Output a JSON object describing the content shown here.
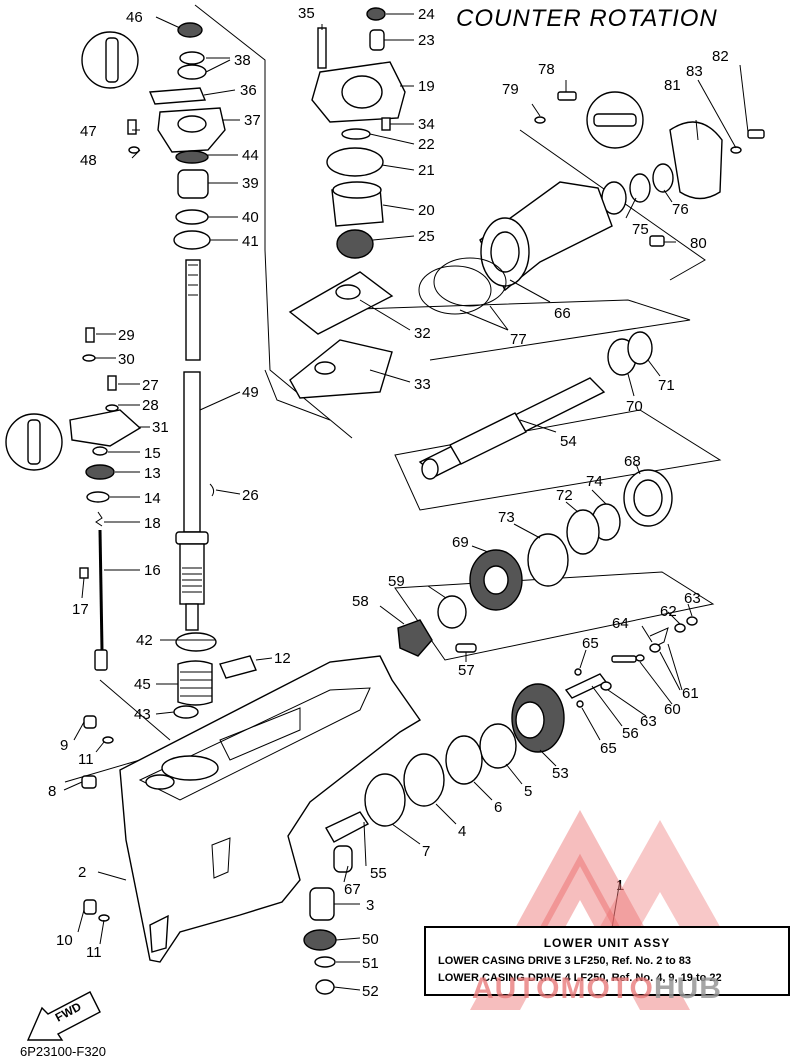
{
  "title": "COUNTER ROTATION",
  "diagram_code": "6P23100-F320",
  "fwd_label": "FWD",
  "info": {
    "ref_no": "1",
    "heading": "LOWER UNIT ASSY",
    "rows": [
      "LOWER CASING DRIVE 3 LF250,  Ref. No. 2 to 83",
      "LOWER CASING DRIVE 4 LF250,  Ref. No. 4, 9, 19 to 22"
    ]
  },
  "watermark": {
    "text": "AUTOMOTO",
    "suffix": "HUB"
  },
  "callouts": [
    "46",
    "38",
    "36",
    "47",
    "37",
    "48",
    "44",
    "39",
    "40",
    "41",
    "35",
    "24",
    "23",
    "19",
    "34",
    "22",
    "21",
    "20",
    "25",
    "32",
    "33",
    "29",
    "30",
    "27",
    "28",
    "31",
    "15",
    "13",
    "14",
    "18",
    "16",
    "17",
    "49",
    "26",
    "42",
    "12",
    "45",
    "43",
    "9",
    "11",
    "8",
    "2",
    "10",
    "11b",
    "79",
    "78",
    "82",
    "83",
    "81",
    "76",
    "75",
    "80",
    "66",
    "77",
    "71",
    "70",
    "54",
    "68",
    "74",
    "72",
    "73",
    "69",
    "59",
    "58",
    "57",
    "63",
    "62",
    "64",
    "65",
    "61",
    "60",
    "63b",
    "56",
    "65b",
    "53",
    "5",
    "6",
    "4",
    "7",
    "55",
    "67",
    "3",
    "50",
    "51",
    "52"
  ],
  "labels": {
    "46": "46",
    "38": "38",
    "36": "36",
    "47": "47",
    "37": "37",
    "48": "48",
    "44": "44",
    "39": "39",
    "40": "40",
    "41": "41",
    "35": "35",
    "24": "24",
    "23": "23",
    "19": "19",
    "34": "34",
    "22": "22",
    "21": "21",
    "20": "20",
    "25": "25",
    "32": "32",
    "33": "33",
    "29": "29",
    "30": "30",
    "27": "27",
    "28": "28",
    "31": "31",
    "15": "15",
    "13": "13",
    "14": "14",
    "18": "18",
    "16": "16",
    "17": "17",
    "49": "49",
    "26": "26",
    "42": "42",
    "12": "12",
    "45": "45",
    "43": "43",
    "9": "9",
    "11": "11",
    "8": "8",
    "2": "2",
    "10": "10",
    "11b": "11",
    "79": "79",
    "78": "78",
    "82": "82",
    "83": "83",
    "81": "81",
    "76": "76",
    "75": "75",
    "80": "80",
    "66": "66",
    "77": "77",
    "71": "71",
    "70": "70",
    "54": "54",
    "68": "68",
    "74": "74",
    "72": "72",
    "73": "73",
    "69": "69",
    "59": "59",
    "58": "58",
    "57": "57",
    "63": "63",
    "62": "62",
    "64": "64",
    "65": "65",
    "61": "61",
    "60": "60",
    "63b": "63",
    "56": "56",
    "65b": "65",
    "53": "53",
    "5": "5",
    "6": "6",
    "4": "4",
    "7": "7",
    "55": "55",
    "67": "67",
    "3": "3",
    "50": "50",
    "51": "51",
    "52": "52"
  }
}
